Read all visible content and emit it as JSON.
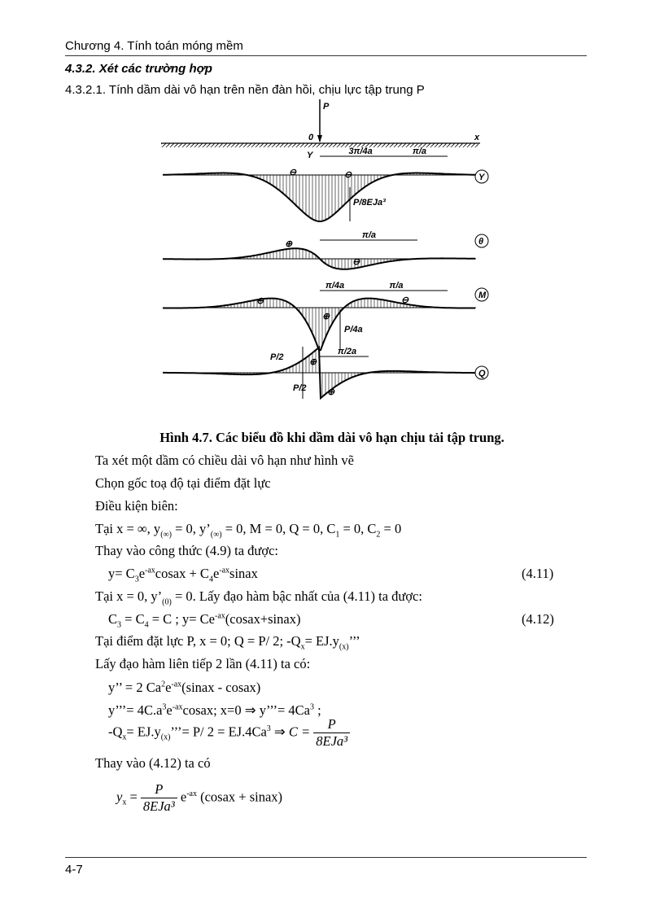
{
  "header": {
    "chapter": "Chương 4. Tính toán móng mềm"
  },
  "section": {
    "title": "4.3.2. Xét các trường hợp",
    "subtitle": "4.3.2.1. Tính dầm dài vô hạn trên nền đàn hồi, chịu lực tập trung P"
  },
  "figure": {
    "labels": {
      "load": "P",
      "origin": "0",
      "x_axis": "x",
      "y_axis": "Y",
      "dim_y1": "3π/4a",
      "dim_y2": "π/a",
      "y_max": "P/8EJa³",
      "dim_theta": "π/a",
      "dim_m1": "π/4a",
      "dim_m2": "π/a",
      "m_max": "P/4a",
      "dim_q": "π/2a",
      "q_top": "P/2",
      "q_bottom": "P/2"
    },
    "diagram_tags": [
      "Y",
      "θ",
      "M",
      "Q"
    ],
    "signs": {
      "minus": "⊖",
      "plus": "⊕"
    },
    "caption": "Hình 4.7. Các biểu đồ khi dầm dài vô hạn chịu tải tập trung."
  },
  "body": {
    "l1": "Ta xét một dầm có chiều dài vô hạn như hình vẽ",
    "l2": "Chọn gốc toạ độ tại điểm đặt lực",
    "l3": "Điều kiện biên:",
    "l4": {
      "a": "Tại x = ∞, y",
      "s1": "(∞)",
      "b": " = 0, y’",
      "s2": "(∞)",
      "c": " = 0, M = 0, Q = 0, C",
      "s3": "1",
      "d": " = 0, C",
      "s4": "2",
      "e": " = 0"
    },
    "l5": "Thay vào công thức (4.9) ta được:",
    "eq11": {
      "a": "y= C",
      "s1": "3",
      "b": "e",
      "p1": "-ax",
      "c": "cosax + C",
      "s2": "4",
      "d": "e",
      "p2": "-ax",
      "e": "sinax",
      "num": "(4.11)"
    },
    "l6": {
      "a": "Tại x = 0, y’",
      "s1": "(0)",
      "b": " = 0. Lấy đạo hàm bậc nhất của (4.11) ta được:"
    },
    "eq12": {
      "a": "C",
      "s1": "3",
      "b": " = C",
      "s2": "4",
      "c": " = C ; y= Ce",
      "p1": "-ax",
      "d": "(cosax+sinax)",
      "num": "(4.12)"
    },
    "l7": {
      "a": "Tại điểm đặt lực P,  x = 0; Q = P/ 2; -Q",
      "s1": "x",
      "b": "= EJ.y",
      "s2": "(x)",
      "c": "’’’"
    },
    "l8": "Lấy đạo hàm liên tiếp 2 lần (4.11) ta có:",
    "eq_a": {
      "a": "y’’ = 2 Ca",
      "p1": "2",
      "b": "e",
      "p2": "-ax",
      "c": "(sinax - cosax)"
    },
    "eq_b": {
      "a": "y’’’=  4C.a",
      "p1": "3",
      "b": "e",
      "p2": "-ax",
      "c": "cosax;   x=0 ⇒ y’’’=  4Ca",
      "p3": "3",
      "d": " ;"
    },
    "eq_c": {
      "a": "-Q",
      "s1": "x",
      "b": "= EJ.y",
      "s2": "(x)",
      "c": "’’’= P/ 2 = EJ.4Ca",
      "p1": "3",
      "d": " ⇒ ",
      "e": "C = ",
      "num": "P",
      "den": "8EJa³"
    },
    "l9": "Thay vào (4.12) ta có",
    "eq_final": {
      "a": "y",
      "s1": "x",
      "b": " = ",
      "num": "P",
      "den": "8EJa³",
      "c": " e",
      "p1": "-ax",
      "d": " (cosax + sinax)"
    }
  },
  "footer": {
    "page": "4-7"
  }
}
